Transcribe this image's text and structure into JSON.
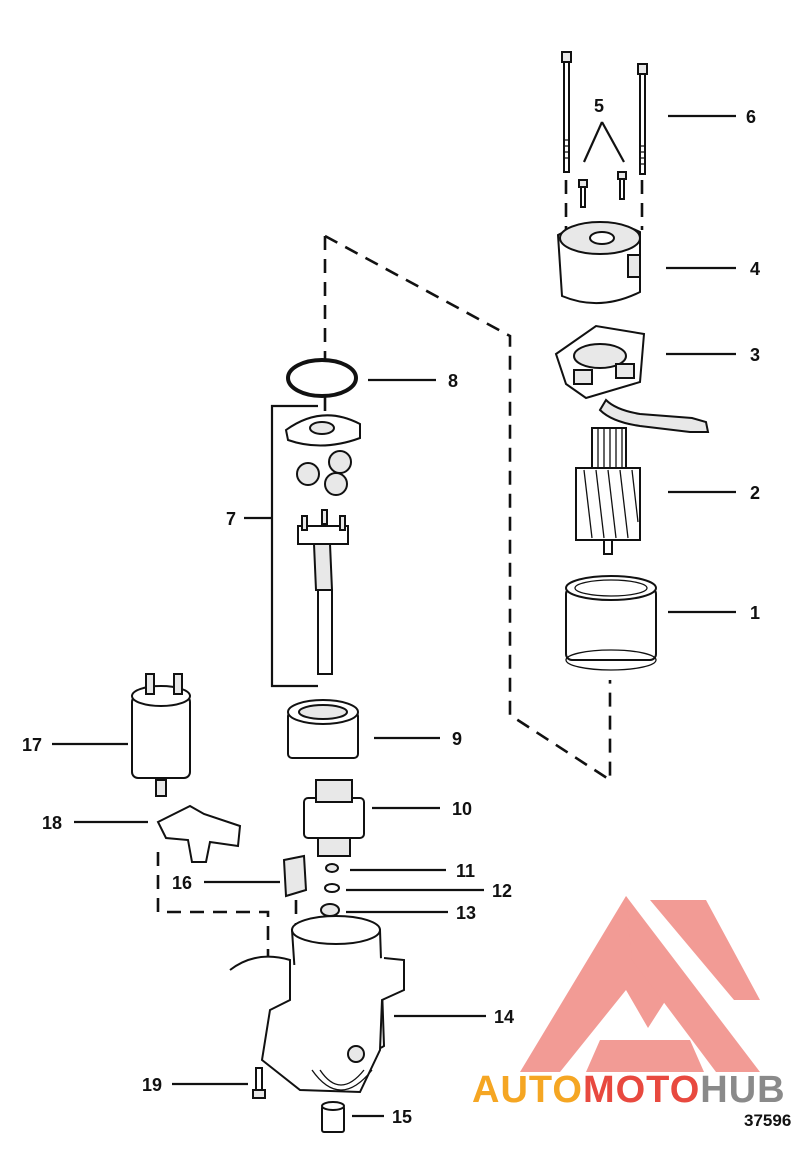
{
  "callouts": [
    {
      "n": "1"
    },
    {
      "n": "2"
    },
    {
      "n": "3"
    },
    {
      "n": "4"
    },
    {
      "n": "5"
    },
    {
      "n": "6"
    },
    {
      "n": "7"
    },
    {
      "n": "8"
    },
    {
      "n": "9"
    },
    {
      "n": "10"
    },
    {
      "n": "11"
    },
    {
      "n": "12"
    },
    {
      "n": "13"
    },
    {
      "n": "14"
    },
    {
      "n": "15"
    },
    {
      "n": "16"
    },
    {
      "n": "17"
    },
    {
      "n": "18"
    },
    {
      "n": "19"
    }
  ],
  "figure_number": "37596",
  "watermark": {
    "text_part1": "AUTO",
    "text_part2": "MOTO",
    "text_part3": "HUB",
    "color_orange": "#f5a623",
    "color_red": "#e8493f",
    "color_gray": "#8a8a8a"
  }
}
